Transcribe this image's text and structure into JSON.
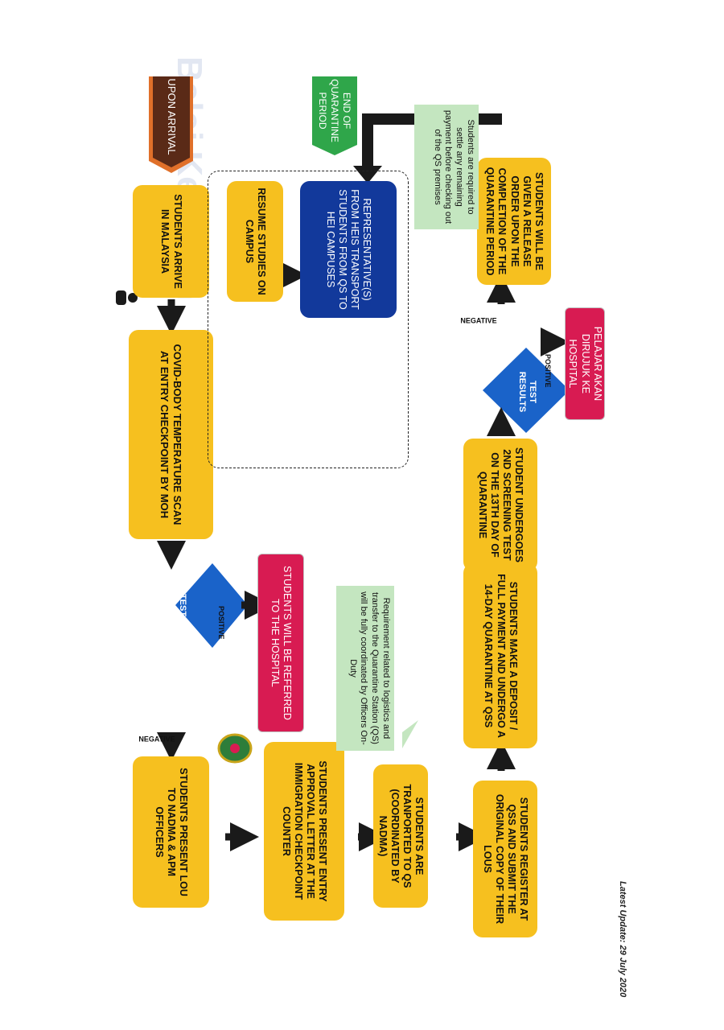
{
  "tags": {
    "upon_arrival": "UPON ARRIVAL",
    "end_of_quarantine": "END OF QUARANTINE PERIOD"
  },
  "steps": {
    "arrive": "STUDENTS ARRIVE IN MALAYSIA",
    "temp_scan": "COVID-BODY TEMPERATURE SCAN AT ENTRY CHECKPOINT BY MOH",
    "test_results_1": "TEST RESULTS",
    "present_lou": "STUDENTS PRESENT LoU TO NADMA & APM OFFICERS",
    "referred_hospital": "STUDENTS WILL BE REFERRED TO THE HOSPITAL",
    "entry_approval": "STUDENTS PRESENT ENTRY APPROVAL LETTER AT THE IMMIGRATION CHECKPOINT COUNTER",
    "transported": "STUDENTS ARE TRANPORTED TO QS (COORDINATED BY NADMA)",
    "register": "STUDENTS REGISTER AT QSs AND SUBMIT THE ORIGINAL COPY OF THEIR LoUs",
    "payment": "STUDENTS MAKE A DEPOSIT / FULL PAYMENT AND UNDERGO A 14-DAY QUARANTINE AT QSs",
    "screening": "STUDENT UNDERGOES 2ND SCREENING TEST ON THE 13TH DAY OF QUARANTINE",
    "test_results_2": "TEST RESULTS",
    "pelajar_hospital": "PELAJAR AKAN DIRUJUK KE HOSPITAL",
    "release_order": "STUDENTS WILL BE GIVEN A RELEASE ORDER UPON THE COMPLETION OF THE QUARANTINE PERIOD",
    "representatives": "REPRESENTATIVE(S) FROM HEIS TRANSPORT STUDENTS FROM QS TO HEI CAMPUSES",
    "resume": "RESUME STUDIES ON CAMPUS"
  },
  "labels": {
    "negative_1": "NEGATIVE",
    "positive_1": "POSITIVE",
    "negative_2": "NEGATIVE",
    "positive_2": "POSITIVE"
  },
  "notes": {
    "logistics": "Requirement related to logistics and transfer to the Quarantine Station (QS) will be fully coordinated by Officers On-Duty",
    "settle_payment": "Students are required to settle any remaining payment before checking out of the QS premises"
  },
  "footer": {
    "latest_update": "Latest Update: 29 July 2020"
  },
  "watermark": "Balai Ketibaan",
  "colors": {
    "process": "#f6c01f",
    "decision": "#1a63c9",
    "hospital": "#d81b52",
    "representatives": "#12399b",
    "note": "#c4e6c0",
    "upon_arrival": "#5a2a17",
    "end_of_quarantine": "#2fa64a",
    "arrow": "#1a1a1a"
  }
}
